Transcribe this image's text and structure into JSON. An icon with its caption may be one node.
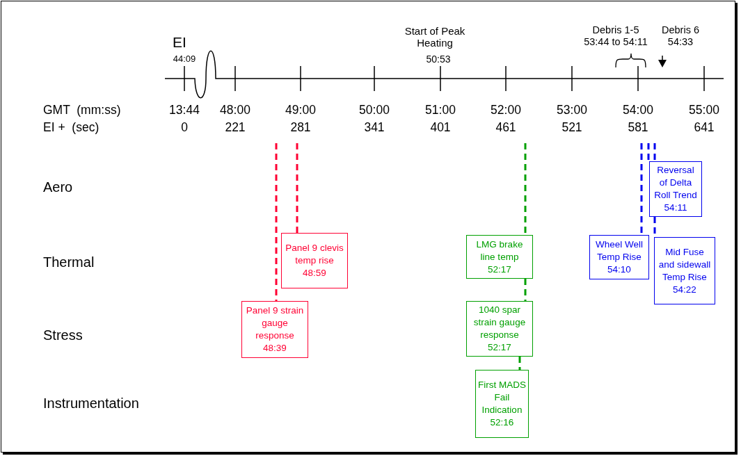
{
  "diagram": {
    "nodes": [
      {
        "text": [
          "Reversal of Delta Roll Trend",
          "54:11"
        ]
      },
      {
        "text": [
          "Panel 9 clevis temp rise",
          "48:59"
        ]
      },
      {
        "text": [
          "LMG brake line temp",
          "52:17"
        ]
      },
      {
        "text": [
          "Wheel Well Temp Rise",
          "54:10"
        ]
      },
      {
        "text": [
          "Mid Fuse and sidewall Temp Rise",
          "54:22"
        ]
      },
      {
        "text": [
          "Panel 9 strain gauge response",
          "48:39"
        ]
      },
      {
        "text": [
          "1040 spar strain gauge response",
          "52:17"
        ]
      },
      {
        "text": [
          "First MADS Fail Indication",
          "52:16"
        ]
      }
    ],
    "edges": [
      {
        "from": null,
        "to": 5,
        "arrow": "none",
        "style": "dashed",
        "color": "#ff0033"
      },
      {
        "from": null,
        "to": 1,
        "arrow": "none",
        "style": "dashed",
        "color": "#ff0033"
      },
      {
        "from": null,
        "to": 2,
        "arrow": "none",
        "style": "dashed",
        "color": "#00a000"
      },
      {
        "from": 2,
        "to": 6,
        "arrow": "none",
        "style": "dashed",
        "color": "#00a000"
      },
      {
        "from": 6,
        "to": 7,
        "arrow": "none",
        "style": "dashed",
        "color": "#00a000"
      },
      {
        "from": null,
        "to": 3,
        "arrow": "none",
        "style": "dashed",
        "color": "#0000ee"
      },
      {
        "from": null,
        "to": 0,
        "arrow": "none",
        "style": "dashed",
        "color": "#0000ee"
      },
      {
        "from": null,
        "to": 0,
        "arrow": "none",
        "style": "dashed",
        "color": "#0000ee"
      },
      {
        "from": 0,
        "to": 4,
        "arrow": "none",
        "style": "dashed",
        "color": "#0000ee"
      }
    ],
    "labels": [
      "EI",
      "44:09",
      "Start of Peak Heating",
      "50:53",
      "Debris 1-5",
      "53:44 to 54:11",
      "Debris 6",
      "54:33",
      "GMT  (mm:ss)",
      "13:44",
      "48:00",
      "49:00",
      "50:00",
      "51:00",
      "52:00",
      "53:00",
      "54:00",
      "55:00",
      "EI +  (sec)",
      "0",
      "221",
      "281",
      "341",
      "401",
      "461",
      "521",
      "581",
      "641",
      "Aero",
      "Thermal",
      "Stress",
      "Instrumentation"
    ]
  }
}
